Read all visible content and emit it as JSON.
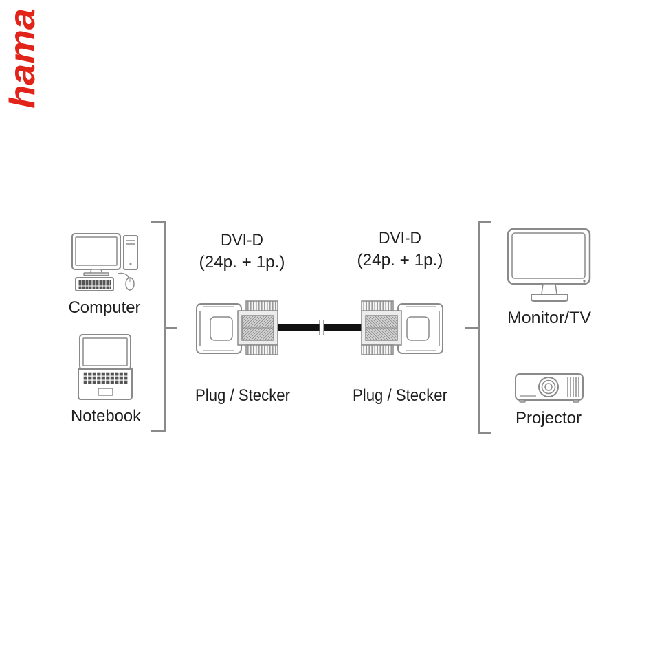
{
  "brand": {
    "logo_text": "hama",
    "color": "#e2231a"
  },
  "source_devices": [
    {
      "label": "Computer",
      "icon": "computer-icon"
    },
    {
      "label": "Notebook",
      "icon": "notebook-icon"
    }
  ],
  "target_devices": [
    {
      "label": "Monitor/TV",
      "icon": "monitor-icon"
    },
    {
      "label": "Projector",
      "icon": "projector-icon"
    }
  ],
  "cable": {
    "left_connector": {
      "type": "DVI-D",
      "pins": "(24p. + 1p.)",
      "gender": "Plug / Stecker",
      "icon": "dvi-plug-icon"
    },
    "right_connector": {
      "type": "DVI-D",
      "pins": "(24p. + 1p.)",
      "gender": "Plug / Stecker",
      "icon": "dvi-plug-icon"
    }
  },
  "colors": {
    "line": "#8a8a8a",
    "cable": "#111111",
    "text": "#1e1e1e"
  }
}
